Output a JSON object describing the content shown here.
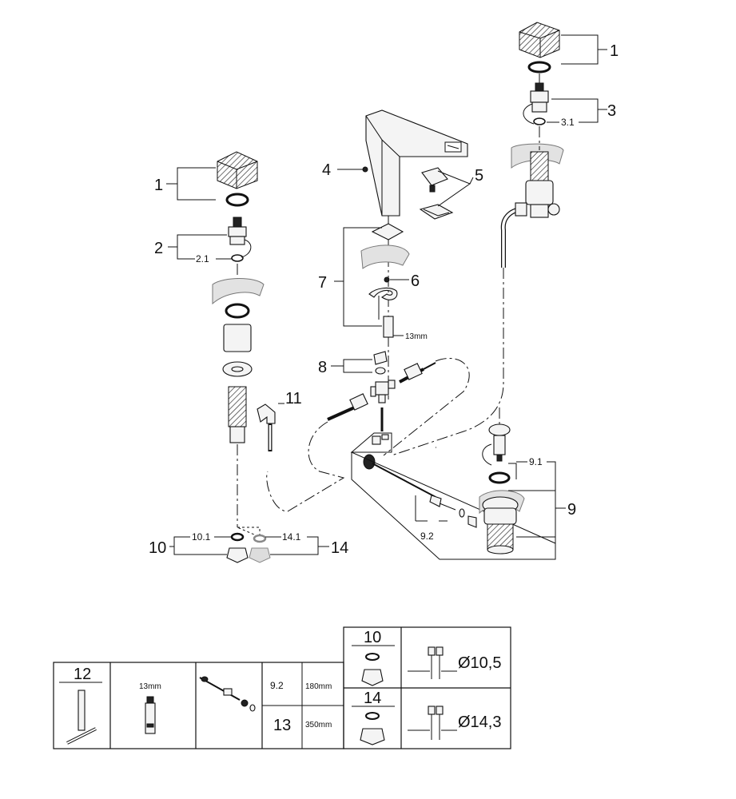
{
  "callouts": {
    "c1_right": "1",
    "c3": "3",
    "c3_1": "3.1",
    "c4": "4",
    "c5": "5",
    "c1_left": "1",
    "c2": "2",
    "c2_1": "2.1",
    "c7": "7",
    "c6": "6",
    "c13mm": "13mm",
    "c8": "8",
    "c11": "11",
    "c9_1": "9.1",
    "c9": "9",
    "c9_2": "9.2",
    "c10": "10",
    "c10_1": "10.1",
    "c14_1": "14.1",
    "c14": "14"
  },
  "table": {
    "cell_12": "12",
    "cell_13mm": "13mm",
    "row1_id": "9.2",
    "row1_len": "180mm",
    "row2_id": "13",
    "row2_len": "350mm",
    "cell_10": "10",
    "dia_10": "Ø10,5",
    "cell_14": "14",
    "dia_14": "Ø14,3"
  }
}
